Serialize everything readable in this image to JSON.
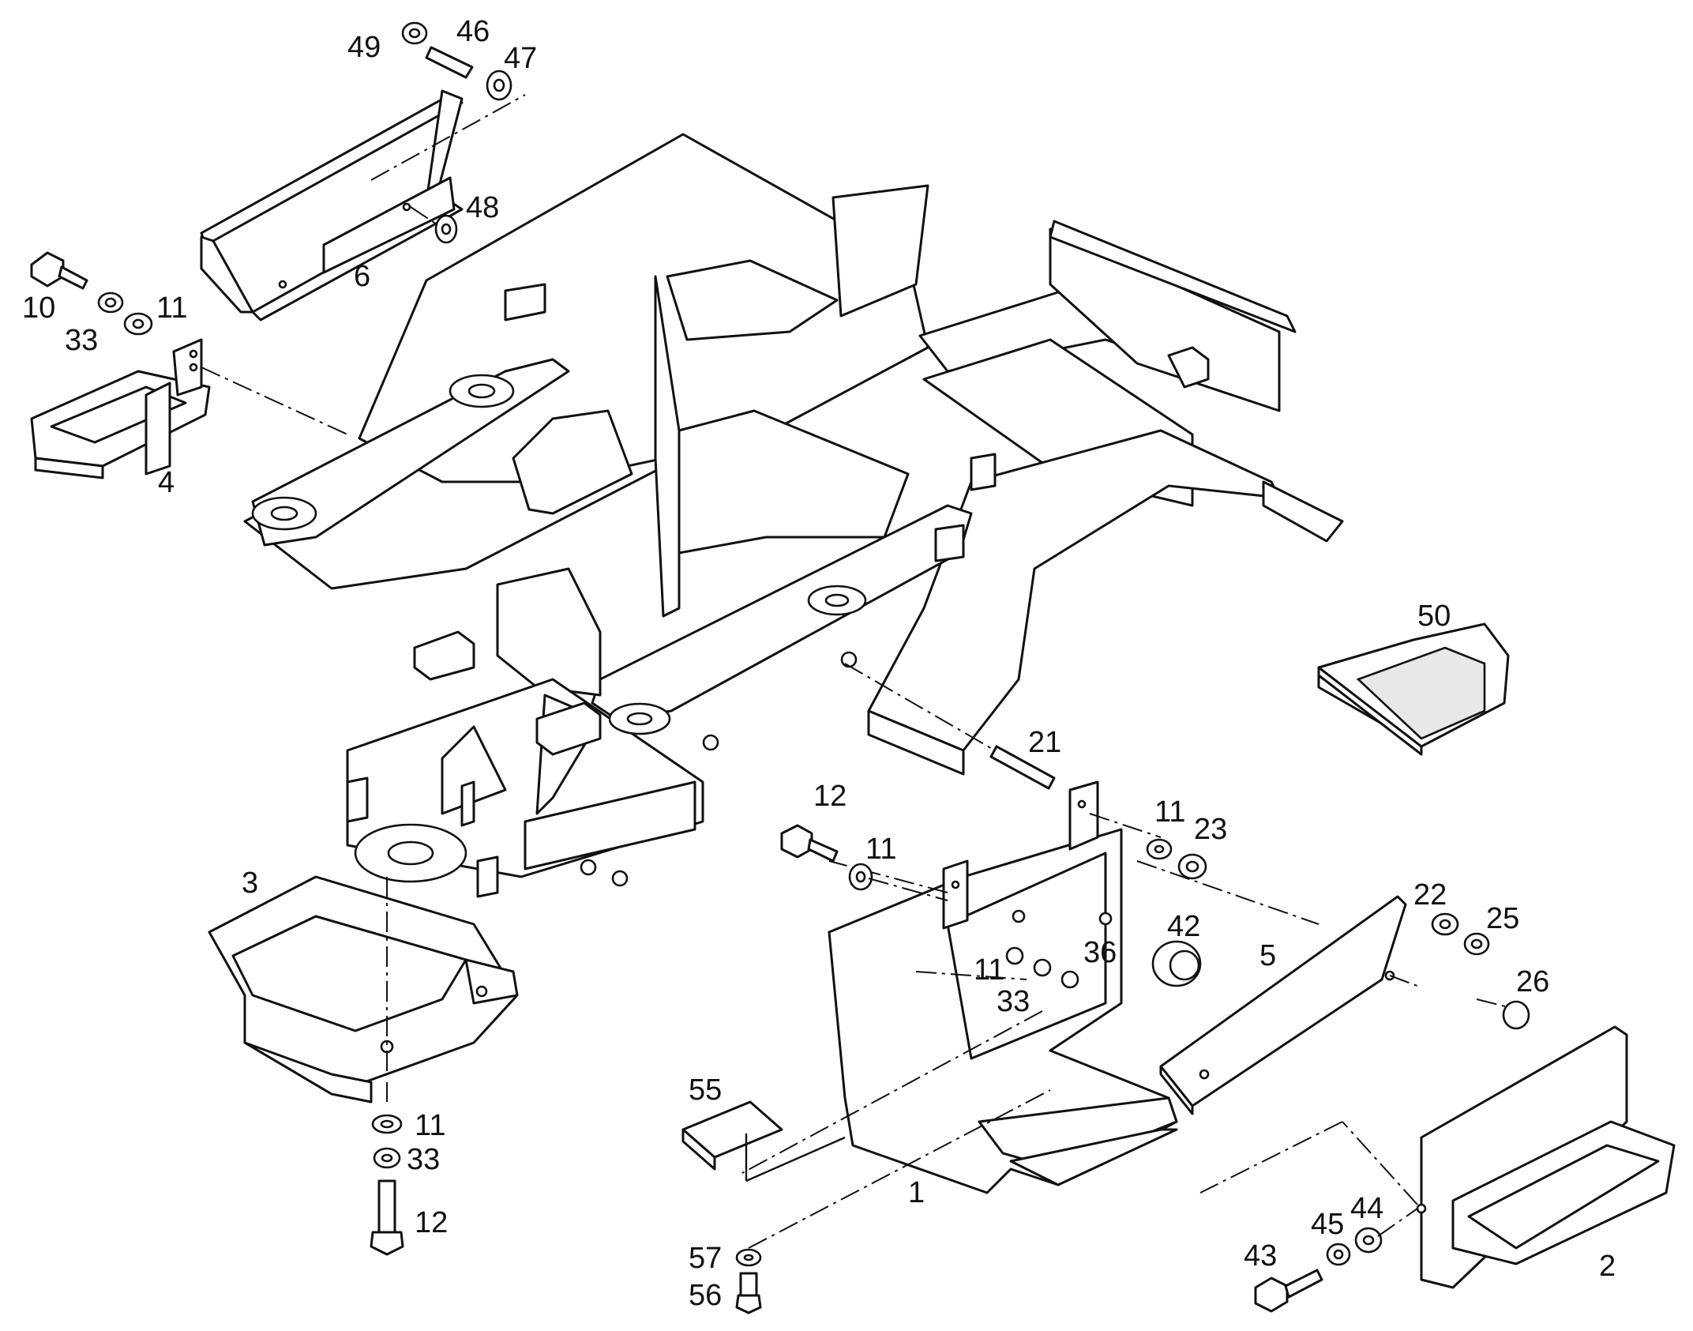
{
  "labels": {
    "l1": "1",
    "l2": "2",
    "l3": "3",
    "l4": "4",
    "l5": "5",
    "l6": "6",
    "l10": "10",
    "l11a": "11",
    "l33a": "33",
    "l12a": "12",
    "l11b": "11",
    "l21": "21",
    "l11c": "11",
    "l23": "23",
    "l42": "42",
    "l36": "36",
    "l11d": "11",
    "l33b": "33",
    "l22": "22",
    "l25": "25",
    "l26": "26",
    "l50": "50",
    "l11e": "11",
    "l33c": "33",
    "l12b": "12",
    "l55": "55",
    "l57": "57",
    "l56": "56",
    "l43": "43",
    "l45": "45",
    "l44": "44",
    "l46": "46",
    "l47": "47",
    "l48": "48",
    "l49": "49"
  },
  "colors": {
    "ink": "#111111",
    "paper": "#ffffff"
  }
}
